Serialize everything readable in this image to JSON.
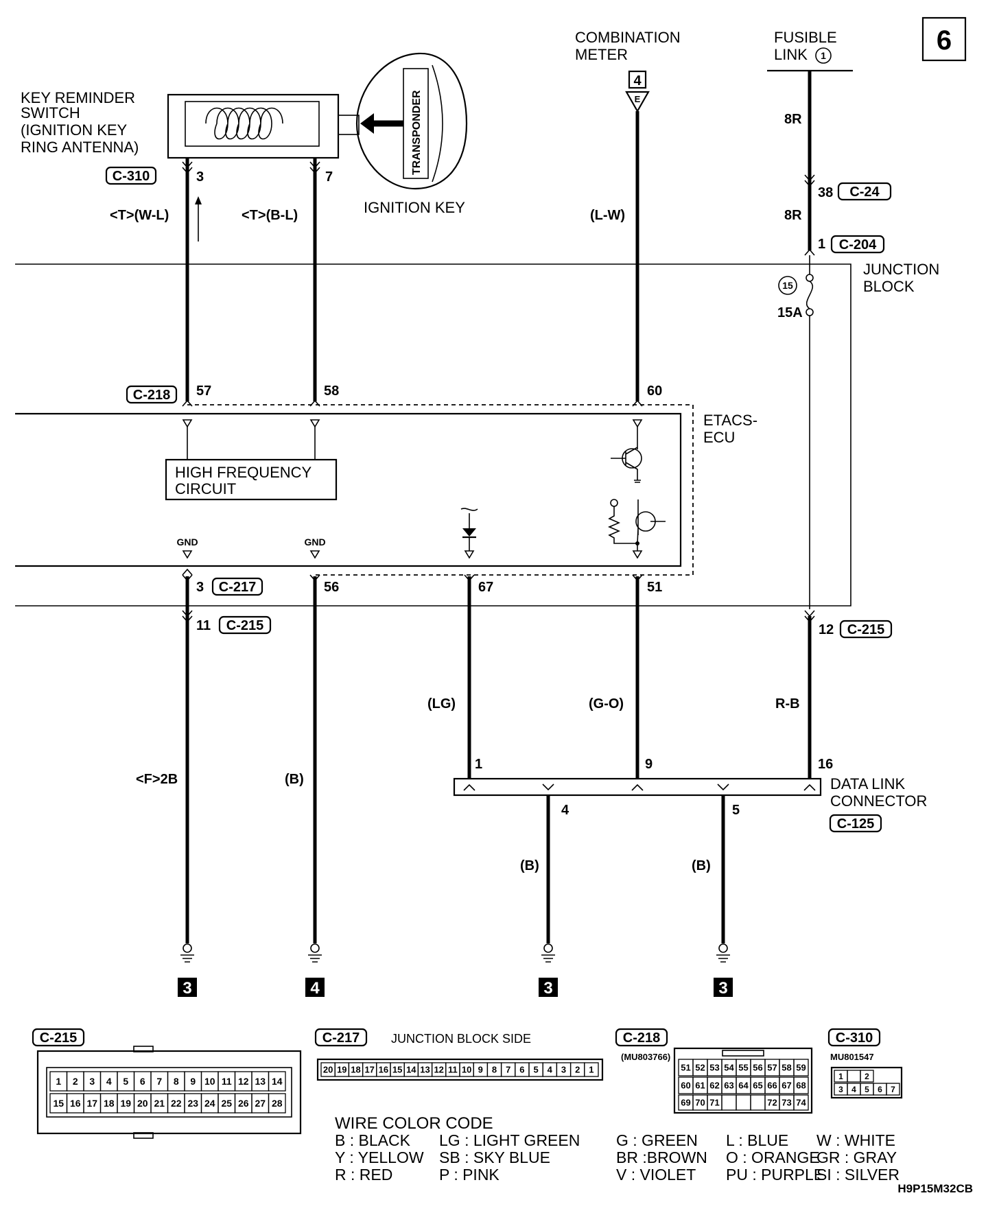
{
  "page_number": "6",
  "diagram_code": "H9P15M32CB",
  "components": {
    "key_reminder": [
      "KEY REMINDER",
      "SWITCH",
      "(IGNITION KEY",
      "RING ANTENNA)"
    ],
    "transponder": "TRANSPONDER",
    "ignition_key": "IGNITION KEY",
    "combination_meter": [
      "COMBINATION",
      "METER"
    ],
    "combination_meter_ref": "4",
    "combination_meter_pin": "E",
    "fusible_link": [
      "FUSIBLE",
      "LINK"
    ],
    "fusible_link_num": "1",
    "junction_block": [
      "JUNCTION",
      "BLOCK"
    ],
    "fuse_num": "15",
    "fuse_rating": "15A",
    "etacs": [
      "ETACS-",
      "ECU"
    ],
    "hf_circuit": [
      "HIGH FREQUENCY",
      "CIRCUIT"
    ],
    "gnd": "GND",
    "data_link": [
      "DATA LINK",
      "CONNECTOR"
    ]
  },
  "connectors": {
    "c310": "C-310",
    "c24": "C-24",
    "c204": "C-204",
    "c218": "C-218",
    "c217": "C-217",
    "c215": "C-215",
    "c125": "C-125"
  },
  "pins": {
    "p3_top": "3",
    "p7": "7",
    "p38": "38",
    "p1_c204": "1",
    "p57": "57",
    "p58": "58",
    "p60": "60",
    "p3_c217": "3",
    "p56": "56",
    "p67": "67",
    "p51": "51",
    "p11": "11",
    "p12": "12",
    "dlc1": "1",
    "dlc9": "9",
    "dlc16": "16",
    "dlc4": "4",
    "dlc5": "5"
  },
  "wires": {
    "w1": "<T>(W-L)",
    "w2": "<T>(B-L)",
    "w3": "(L-W)",
    "w4": "8R",
    "w5": "8R",
    "w6": "(LG)",
    "w7": "(G-O)",
    "w8": "R-B",
    "w9": "<F>2B",
    "w10": "(B)",
    "w11": "(B)",
    "w12": "(B)"
  },
  "grounds": [
    "3",
    "4",
    "3",
    "3"
  ],
  "connector_views": {
    "c215": {
      "title": "C-215",
      "row1": [
        "1",
        "2",
        "3",
        "4",
        "5",
        "6",
        "7",
        "8",
        "9",
        "10",
        "11",
        "12",
        "13",
        "14"
      ],
      "row2": [
        "15",
        "16",
        "17",
        "18",
        "19",
        "20",
        "21",
        "22",
        "23",
        "24",
        "25",
        "26",
        "27",
        "28"
      ]
    },
    "c217": {
      "title": "C-217",
      "side": "JUNCTION BLOCK SIDE",
      "pins": [
        "20",
        "19",
        "18",
        "17",
        "16",
        "15",
        "14",
        "13",
        "12",
        "11",
        "10",
        "9",
        "8",
        "7",
        "6",
        "5",
        "4",
        "3",
        "2",
        "1"
      ]
    },
    "c218": {
      "title": "C-218",
      "part": "(MU803766)",
      "row1": [
        "51",
        "52",
        "53",
        "54",
        "55",
        "56",
        "57",
        "58",
        "59"
      ],
      "row2": [
        "60",
        "61",
        "62",
        "63",
        "64",
        "65",
        "66",
        "67",
        "68"
      ],
      "row3": [
        "69",
        "70",
        "71",
        "",
        "",
        "",
        "72",
        "73",
        "74"
      ]
    },
    "c310": {
      "title": "C-310",
      "part": "MU801547",
      "row1": [
        "1",
        "",
        "2"
      ],
      "row2": [
        "3",
        "4",
        "5",
        "6",
        "7"
      ]
    }
  },
  "wire_color_code": {
    "title": "WIRE COLOR CODE",
    "rows": [
      [
        "B : BLACK",
        "LG : LIGHT GREEN",
        "G : GREEN",
        "L : BLUE",
        "W : WHITE"
      ],
      [
        "Y : YELLOW",
        "SB : SKY BLUE",
        "BR :BROWN",
        "O : ORANGE",
        "GR : GRAY"
      ],
      [
        "R : RED",
        "P : PINK",
        "V : VIOLET",
        "PU : PURPLE",
        "SI : SILVER"
      ]
    ]
  }
}
